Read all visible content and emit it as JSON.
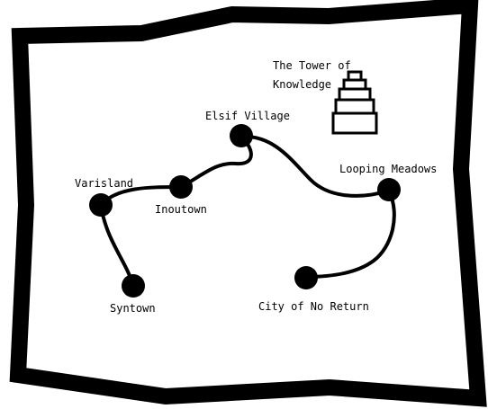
{
  "map": {
    "colors": {
      "ink": "#000000",
      "paper": "#ffffff"
    },
    "landmark": {
      "name_line1": "The Tower of",
      "name_line2": "Knowledge",
      "icon": "tower-icon"
    },
    "locations": [
      {
        "id": "varisland",
        "label": "Varisland"
      },
      {
        "id": "inoutown",
        "label": "Inoutown"
      },
      {
        "id": "elsif-village",
        "label": "Elsif Village"
      },
      {
        "id": "looping-meadows",
        "label": "Looping Meadows"
      },
      {
        "id": "city-of-no-return",
        "label": "City of No Return"
      },
      {
        "id": "syntown",
        "label": "Syntown"
      }
    ]
  }
}
